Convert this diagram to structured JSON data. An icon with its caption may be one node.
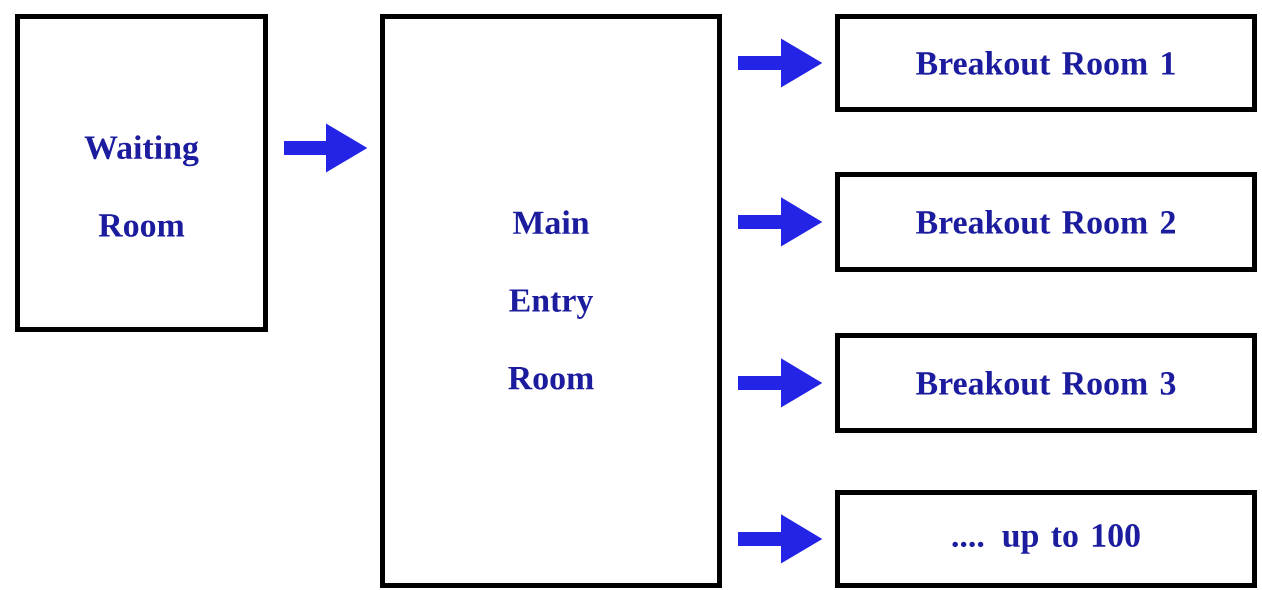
{
  "diagram": {
    "nodes": [
      {
        "text": [
          "Waiting Room"
        ]
      },
      {
        "text": [
          "Main Entry Room"
        ]
      },
      {
        "text": [
          "Breakout Room 1"
        ]
      },
      {
        "text": [
          "Breakout Room 2"
        ]
      },
      {
        "text": [
          "Breakout Room 3"
        ]
      },
      {
        "text": [
          ".... up to 100"
        ]
      }
    ],
    "edges": [
      {
        "from": 0,
        "to": 1,
        "arrow": "to"
      },
      {
        "from": 1,
        "to": 2,
        "arrow": "to"
      },
      {
        "from": 1,
        "to": 3,
        "arrow": "to"
      },
      {
        "from": 1,
        "to": 4,
        "arrow": "to"
      },
      {
        "from": 1,
        "to": 5,
        "arrow": "to"
      }
    ]
  }
}
